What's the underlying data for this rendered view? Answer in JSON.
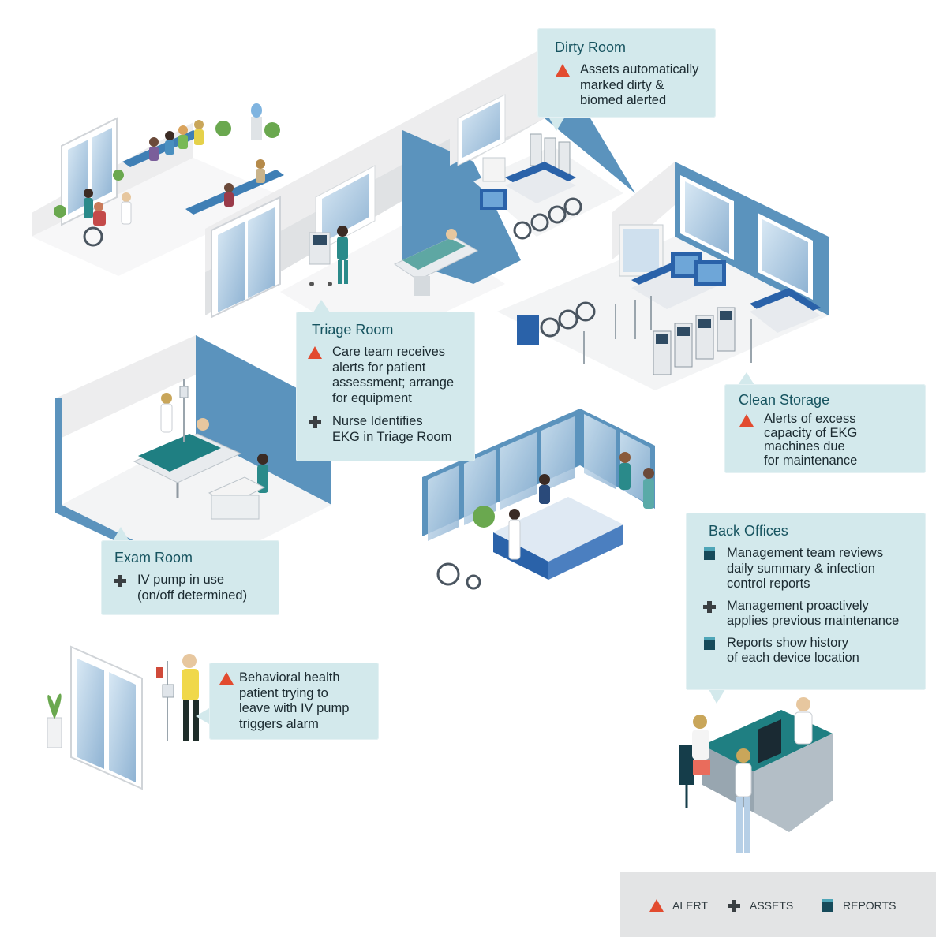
{
  "colors": {
    "callout_bg": "#d3e9ec",
    "alert": "#e24b2f",
    "assets": "#3a3f42",
    "reports": "#164a5a",
    "wall_blue": "#5b93bd",
    "teal": "#1f7f82"
  },
  "callouts": {
    "dirty_room": {
      "title": "Dirty Room",
      "items": [
        {
          "icon": "alert-icon",
          "text": "Assets automatically\nmarked dirty &\nbiomed alerted"
        }
      ]
    },
    "triage_room": {
      "title": "Triage Room",
      "items": [
        {
          "icon": "alert-icon",
          "text": "Care team receives\nalerts for patient\nassessment; arrange\nfor equipment"
        },
        {
          "icon": "assets-icon",
          "text": "Nurse Identifies\nEKG in Triage Room"
        }
      ]
    },
    "clean_storage": {
      "title": "Clean Storage",
      "items": [
        {
          "icon": "alert-icon",
          "text": "Alerts of excess\ncapacity of EKG\nmachines due\nfor maintenance"
        }
      ]
    },
    "exam_room": {
      "title": "Exam Room",
      "items": [
        {
          "icon": "assets-icon",
          "text": "IV pump in use\n(on/off determined)"
        }
      ]
    },
    "behavioral": {
      "items": [
        {
          "icon": "alert-icon",
          "text": "Behavioral health\npatient trying to\nleave with IV pump\ntriggers alarm"
        }
      ]
    },
    "back_offices": {
      "title": "Back Offices",
      "items": [
        {
          "icon": "reports-icon",
          "text": "Management team reviews\ndaily summary & infection\ncontrol reports"
        },
        {
          "icon": "assets-icon",
          "text": "Management proactively\napplies previous maintenance"
        },
        {
          "icon": "reports-icon",
          "text": "Reports show history\nof each device location"
        }
      ]
    }
  },
  "legend": {
    "alert_label": "ALERT",
    "assets_label": "ASSETS",
    "reports_label": "REPORTS"
  }
}
